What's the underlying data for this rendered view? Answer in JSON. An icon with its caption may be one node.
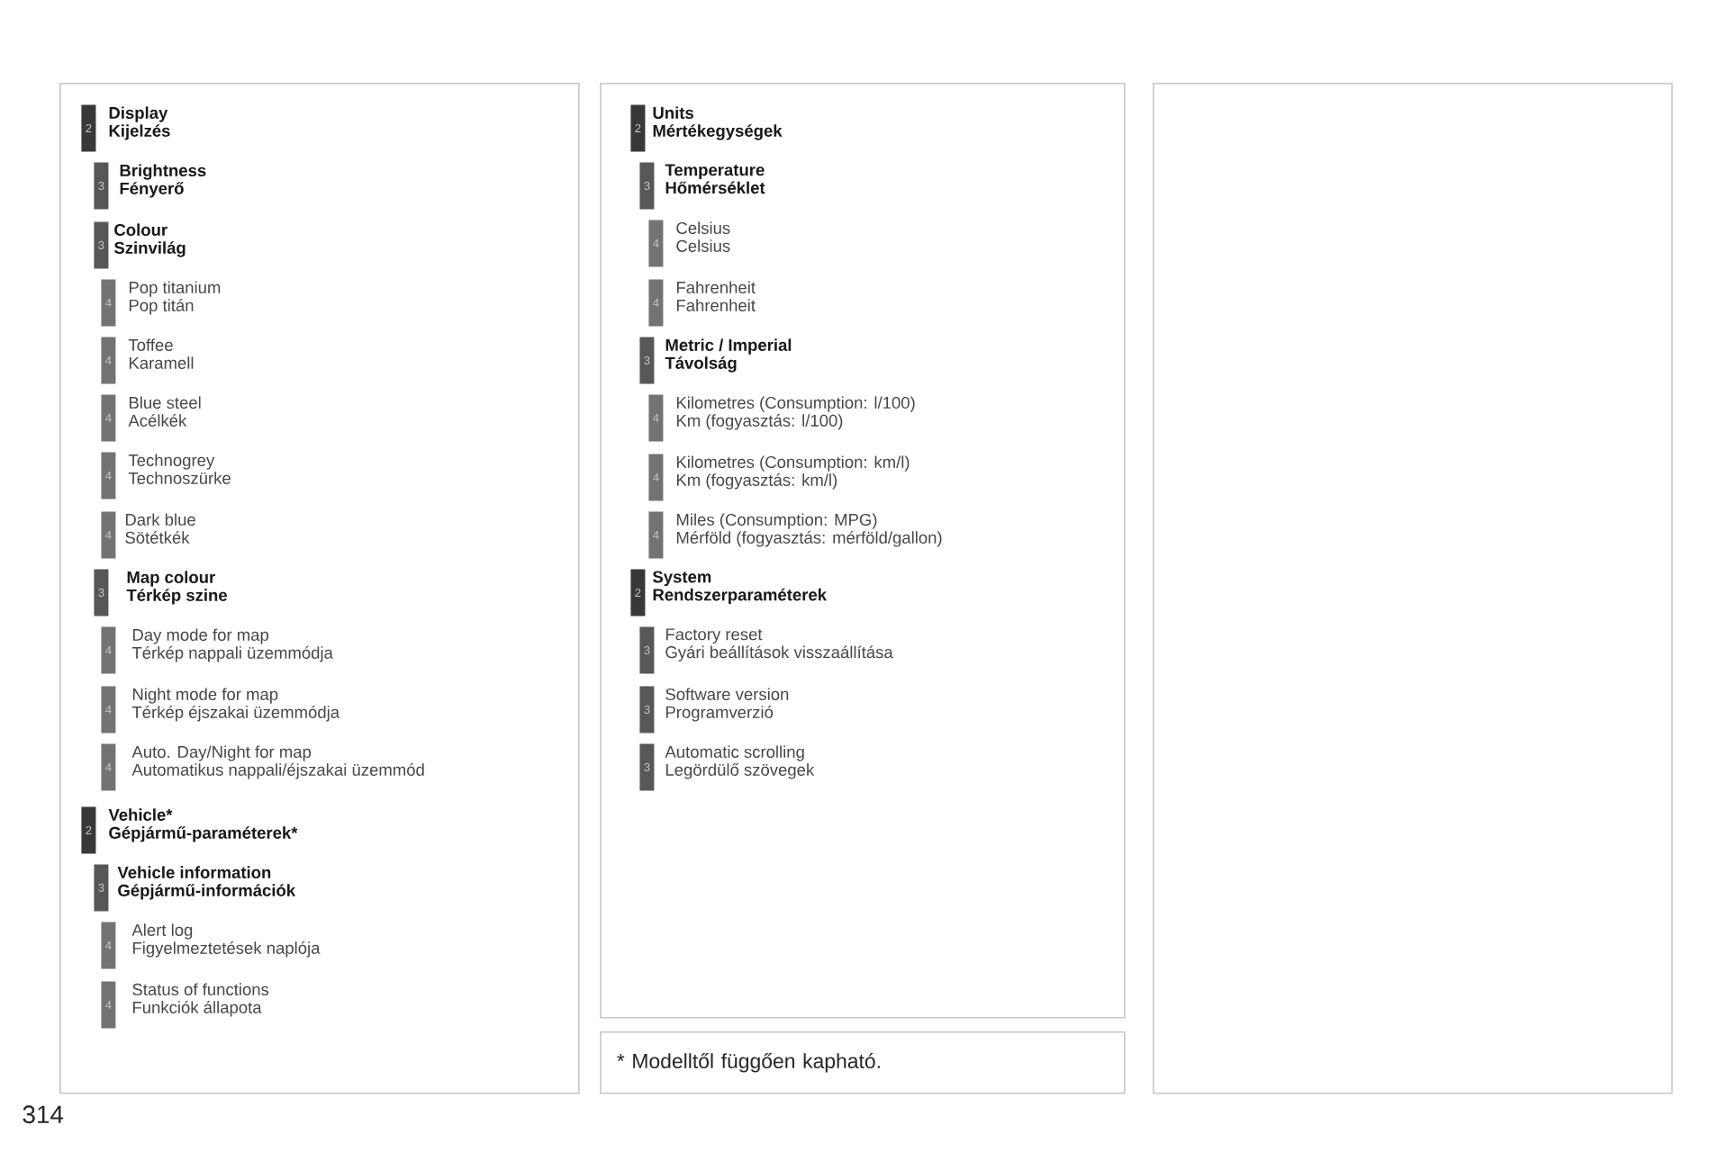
{
  "diagram": {
    "nodes": [
      {
        "text": [],
        "shape": "box"
      },
      {
        "text": [
          "2",
          "Display",
          "Kijelzés"
        ],
        "in": 0
      },
      {
        "text": [
          "3",
          "Brightness",
          "Fényerő"
        ],
        "in": 0
      },
      {
        "text": [
          "3",
          "Colour",
          "Szinvilág"
        ],
        "in": 0
      },
      {
        "text": [
          "4",
          "Pop titanium",
          "Pop titán"
        ],
        "in": 0
      },
      {
        "text": [
          "4",
          "Toffee",
          "Karamell"
        ],
        "in": 0
      },
      {
        "text": [
          "4",
          "Blue steel",
          "Acélkék"
        ],
        "in": 0
      },
      {
        "text": [
          "4",
          "Technogrey",
          "Technoszürke"
        ],
        "in": 0
      },
      {
        "text": [
          "4",
          "Dark blue",
          "Sötétkék"
        ],
        "in": 0
      },
      {
        "text": [
          "3",
          "Map colour",
          "Térkép szine"
        ],
        "in": 0
      },
      {
        "text": [
          "4",
          "Day mode for map",
          "Térkép nappali üzemmódja"
        ],
        "in": 0
      },
      {
        "text": [
          "4",
          "Night mode for map",
          "Térkép éjszakai üzemmódja"
        ],
        "in": 0
      },
      {
        "text": [
          "4",
          "Auto. Day/Night for map",
          "Automatikus nappali/éjszakai üzemmód"
        ],
        "in": 0
      },
      {
        "text": [
          "2",
          "Vehicle*",
          "Gépjármű-paraméterek*"
        ],
        "in": 0
      },
      {
        "text": [
          "3",
          "Vehicle information",
          "Gépjármű-információk"
        ],
        "in": 0
      },
      {
        "text": [
          "4",
          "Alert log",
          "Figyelmeztetések naplója"
        ],
        "in": 0
      },
      {
        "text": [
          "4",
          "Status of functions",
          "Funkciók állapota"
        ],
        "in": 0
      },
      {
        "text": [],
        "shape": "box"
      },
      {
        "text": [
          "2",
          "Units",
          "Mértékegységek"
        ],
        "in": 17
      },
      {
        "text": [
          "3",
          "Temperature",
          "Hőmérséklet"
        ],
        "in": 17
      },
      {
        "text": [
          "4",
          "Celsius",
          "Celsius"
        ],
        "in": 17
      },
      {
        "text": [
          "4",
          "Fahrenheit",
          "Fahrenheit"
        ],
        "in": 17
      },
      {
        "text": [
          "3",
          "Metric / Imperial",
          "Távolság"
        ],
        "in": 17
      },
      {
        "text": [
          "4",
          "Kilometres (Consumption: l/100)",
          "Km (fogyasztás: l/100)"
        ],
        "in": 17
      },
      {
        "text": [
          "4",
          "Kilometres (Consumption: km/l)",
          "Km (fogyasztás: km/l)"
        ],
        "in": 17
      },
      {
        "text": [
          "4",
          "Miles (Consumption: MPG)",
          "Mérföld (fogyasztás: mérföld/gallon)"
        ],
        "in": 17
      },
      {
        "text": [
          "2",
          "System",
          "Rendszerparaméterek"
        ],
        "in": 17
      },
      {
        "text": [
          "3",
          "Factory reset",
          "Gyári beállítások visszaállítása"
        ],
        "in": 17
      },
      {
        "text": [
          "3",
          "Software version",
          "Programverzió"
        ],
        "in": 17
      },
      {
        "text": [
          "3",
          "Automatic scrolling",
          "Legördülő szövegek"
        ],
        "in": 17
      },
      {
        "text": [
          "* Modelltől függően kapható."
        ]
      },
      {
        "text": [],
        "shape": "box"
      }
    ],
    "labels": [
      "314"
    ]
  }
}
